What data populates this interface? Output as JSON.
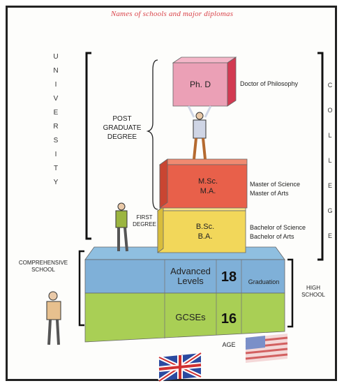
{
  "title": "Names of schools and major diplomas",
  "university_letters": [
    "U",
    "N",
    "I",
    "V",
    "E",
    "R",
    "S",
    "I",
    "T",
    "Y"
  ],
  "college_letters": [
    "C",
    "O",
    "L",
    "L",
    "E",
    "G",
    "E"
  ],
  "brackets": {
    "post_graduate": [
      "POST",
      "GRADUATE",
      "DEGREE"
    ],
    "first_degree": [
      "FIRST",
      "DEGREE"
    ],
    "comprehensive": [
      "COMPREHENSIVE",
      "SCHOOL"
    ],
    "high_school": [
      "HIGH",
      "SCHOOL"
    ]
  },
  "blocks": {
    "phd": {
      "label": "Ph. D",
      "description": "Doctor of Philosophy",
      "color": "#e88aa6"
    },
    "masters": {
      "line1": "M.Sc.",
      "line2": "M.A.",
      "desc1": "Master of Science",
      "desc2": "Master of Arts",
      "color": "#e8604a"
    },
    "bachelors": {
      "line1": "B.Sc.",
      "line2": "B.A.",
      "desc1": "Bachelor of Science",
      "desc2": "Bachelor of Arts",
      "color": "#f2d75a"
    },
    "advanced": {
      "line1": "Advanced",
      "line2": "Levels",
      "age": "18",
      "side_label": "Graduation",
      "color": "#7fb0d8"
    },
    "gcse": {
      "label": "GCSEs",
      "age": "16",
      "color": "#a9cf55"
    }
  },
  "age_label": "AGE",
  "flags": [
    "uk-flag",
    "us-flag"
  ]
}
